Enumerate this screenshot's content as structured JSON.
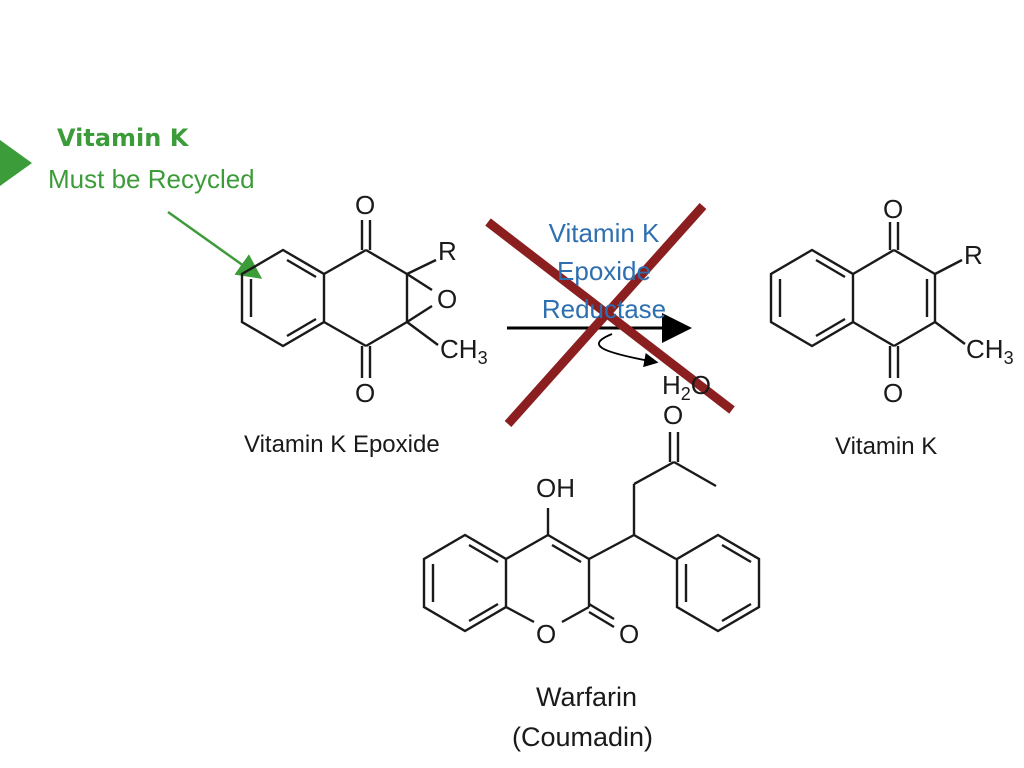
{
  "slide": {
    "title_line1": "Vitamin K",
    "title_line2": "Must be Recycled",
    "enzyme_line1": "Vitamin K",
    "enzyme_line2": "Epoxide",
    "enzyme_line3": "Reductase",
    "byproduct": "H2O",
    "byproduct_main": "H",
    "byproduct_sub": "2",
    "byproduct_tail": "O",
    "left_molecule_label": "Vitamin K Epoxide",
    "right_molecule_label": "Vitamin K",
    "bottom_molecule_line1": "Warfarin",
    "bottom_molecule_line2": "(Coumadin)"
  },
  "atoms": {
    "oxygen": "O",
    "r_group": "R",
    "methyl_main": "CH",
    "methyl_sub": "3",
    "hydroxyl": "OH"
  },
  "colors": {
    "title": "#3d9c3a",
    "enzyme": "#2e6fb0",
    "cross": "#8b1f1f",
    "arrow_pointer": "#3d9c3a",
    "bullet": "#3d9c3a"
  }
}
